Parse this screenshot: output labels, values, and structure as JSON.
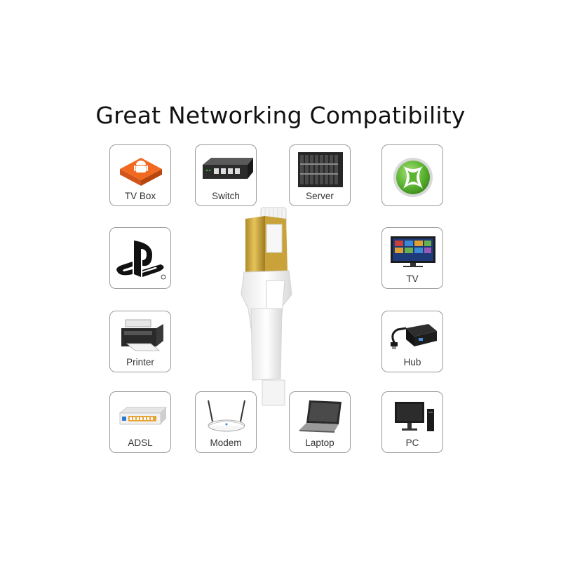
{
  "title": "Great Networking Compatibility",
  "devices": {
    "tv_box": {
      "label": "TV Box",
      "icon": "android-tv-box-icon"
    },
    "switch": {
      "label": "Switch",
      "icon": "network-switch-icon"
    },
    "server": {
      "label": "Server",
      "icon": "server-rack-icon"
    },
    "xbox": {
      "label": "",
      "icon": "xbox-logo-icon"
    },
    "playstation": {
      "label": "",
      "icon": "playstation-logo-icon"
    },
    "tv": {
      "label": "TV",
      "icon": "tv-icon"
    },
    "printer": {
      "label": "Printer",
      "icon": "printer-icon"
    },
    "hub": {
      "label": "Hub",
      "icon": "usb-hub-icon"
    },
    "adsl": {
      "label": "ADSL",
      "icon": "adsl-router-icon"
    },
    "modem": {
      "label": "Modem",
      "icon": "wifi-modem-icon"
    },
    "laptop": {
      "label": "Laptop",
      "icon": "laptop-icon"
    },
    "pc": {
      "label": "PC",
      "icon": "desktop-pc-icon"
    }
  },
  "colors": {
    "android_orange": "#f26a21",
    "xbox_green": "#5cb531",
    "tile_border": "#9a9a9a",
    "connector_gold": "#c9a33a"
  }
}
